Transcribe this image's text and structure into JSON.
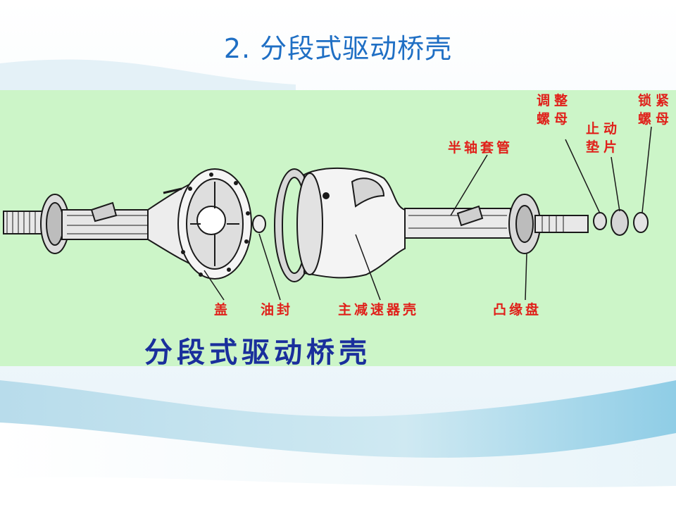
{
  "slide": {
    "title": "2. 分段式驱动桥壳"
  },
  "diagram": {
    "caption": "分段式驱动桥壳",
    "labels": {
      "cover": "盖",
      "oil_seal": "油封",
      "final_drive_housing": "主减速器壳",
      "flange": "凸缘盘",
      "axle_sleeve": "半轴套管",
      "adjust_nut": "调整螺母",
      "stop_washer": "止动垫片",
      "lock_nut": "锁紧螺母"
    }
  },
  "colors": {
    "title": "#1f6fc4",
    "label_red": "#e0201a",
    "caption_blue": "#1a2f9c",
    "panel_green": "#ccf5c8"
  }
}
